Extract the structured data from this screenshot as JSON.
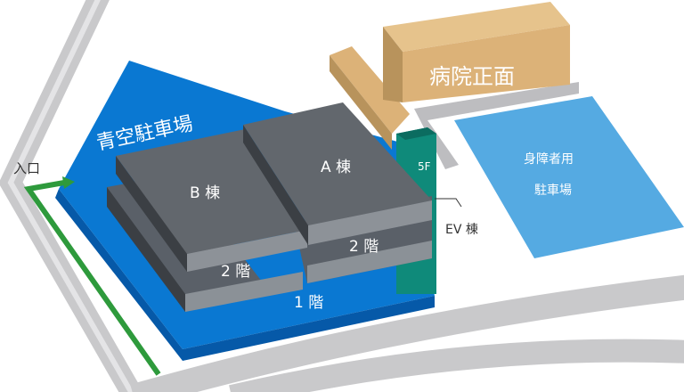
{
  "labels": {
    "parking_name": "青空駐車場",
    "entrance": "入口",
    "building_b": "B 棟",
    "building_a": "A 棟",
    "floor_2_b": "2 階",
    "floor_2_a": "2 階",
    "floor_1": "1 階",
    "ev_floor": "5F",
    "ev_building": "EV 棟",
    "hospital_front": "病院正面",
    "accessible_parking_line1": "身障者用",
    "accessible_parking_line2": "駐車場"
  },
  "colors": {
    "parking_blue": "#0a78d2",
    "accessible_blue": "#55aae2",
    "building_gray": "#5c6166",
    "ev_teal": "#0f8a7a",
    "hospital_tan": "#dcb278",
    "route_green": "#2e9a3c",
    "road_gray": "#c9c9cb"
  }
}
